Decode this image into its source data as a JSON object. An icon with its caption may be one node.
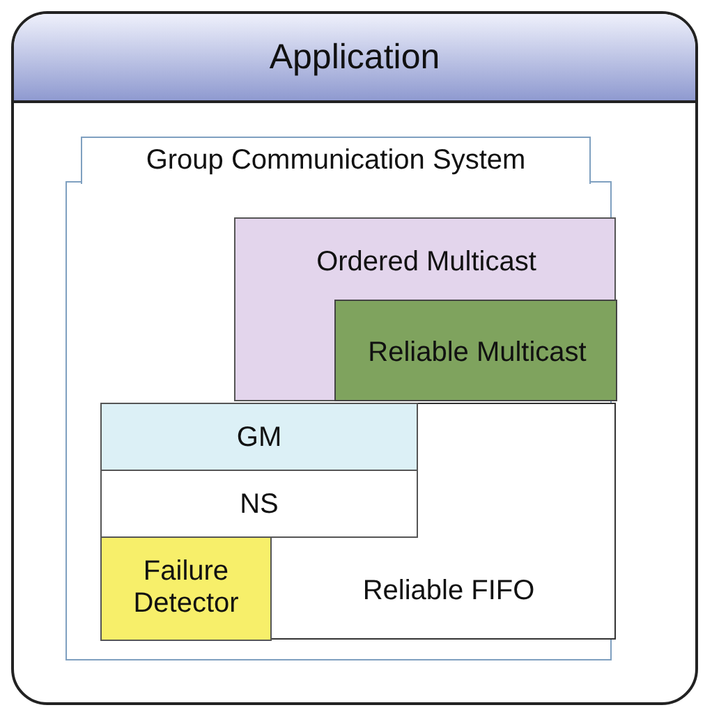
{
  "diagram": {
    "nodes": [
      {
        "text": [
          "Application"
        ]
      },
      {
        "text": [
          "Group Communication System"
        ],
        "in": 0
      },
      {
        "text": [
          "Ordered Multicast"
        ],
        "in": 1
      },
      {
        "text": [
          "Reliable Multicast"
        ],
        "in": 2
      },
      {
        "text": [
          "Reliable FIFO"
        ],
        "in": 1
      },
      {
        "text": [
          "GM"
        ],
        "in": 4
      },
      {
        "text": [
          "NS"
        ],
        "in": 4
      },
      {
        "text": [
          "Failure Detector"
        ],
        "in": 4
      }
    ]
  }
}
